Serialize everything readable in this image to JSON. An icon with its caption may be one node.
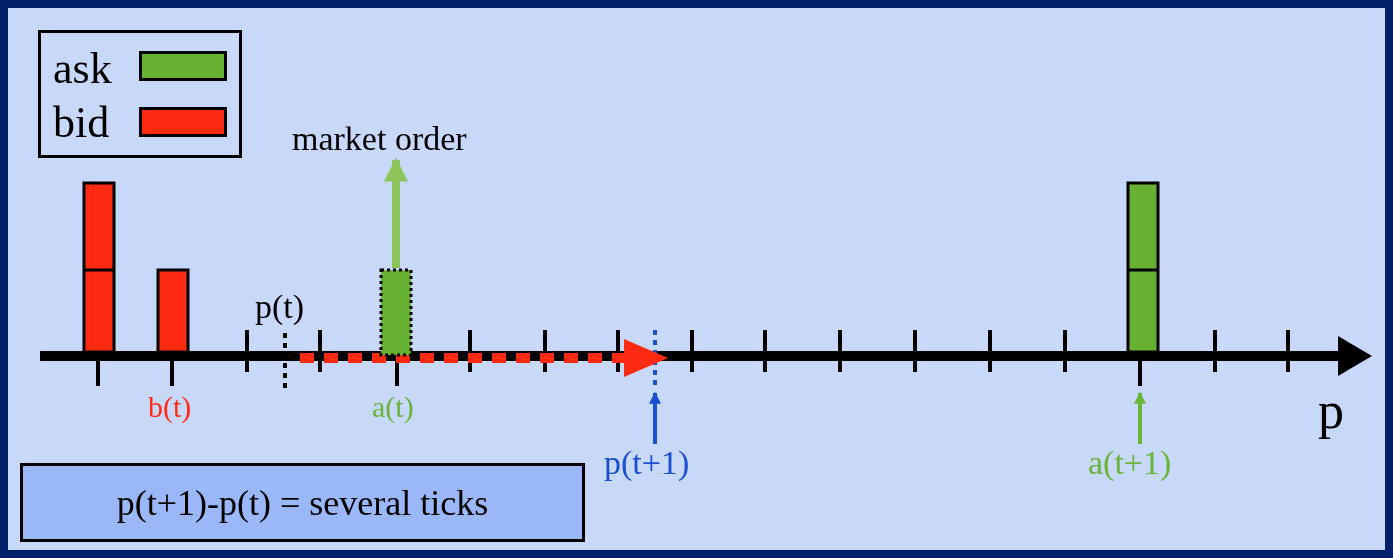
{
  "diagram": {
    "nodes": [
      {
        "text": [
          "market order"
        ]
      },
      {
        "text": [],
        "shape": "bar"
      },
      {
        "text": [
          "p(t+1)"
        ]
      },
      {
        "text": [
          "a(t+1)"
        ]
      },
      {
        "text": [
          "p(t+1)-p(t) = several ticks"
        ]
      }
    ],
    "edges": [
      {
        "from": 1,
        "to": 0,
        "arrow": "to",
        "style": "thick",
        "color": "#8cc65a"
      },
      {
        "from": 2,
        "to": null,
        "arrow": "to",
        "color": "#1a4fd0"
      },
      {
        "from": 3,
        "to": null,
        "arrow": "to",
        "color": "#6ab43a"
      }
    ],
    "labels": [
      "p(t)",
      "b(t)",
      "a(t)",
      "p"
    ],
    "legend": [
      {
        "text": "ask",
        "color": "#66b032"
      },
      {
        "text": "bid",
        "color": "#ff2a12"
      }
    ]
  }
}
